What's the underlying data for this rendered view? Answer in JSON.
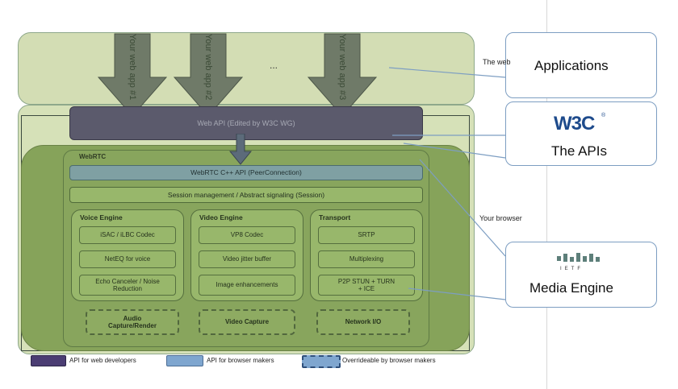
{
  "labels": {
    "web_apps": [
      "Your web app #1",
      "Your web app #2",
      "Your web app #3"
    ],
    "ellipsis": "...",
    "the_web": "The web",
    "your_browser": "Your browser",
    "web_api": "Web API (Edited by W3C WG)",
    "webrtc": "WebRTC",
    "cpp_api": "WebRTC C++ API (PeerConnection)",
    "session": "Session management / Abstract signaling (Session)",
    "voice_engine": {
      "title": "Voice Engine",
      "items": [
        "iSAC / iLBC Codec",
        "NetEQ for voice",
        "Echo Canceler / Noise Reduction"
      ]
    },
    "video_engine": {
      "title": "Video Engine",
      "items": [
        "VP8 Codec",
        "Video jitter buffer",
        "Image enhancements"
      ]
    },
    "transport": {
      "title": "Transport",
      "items": [
        "SRTP",
        "Multiplexing",
        "P2P STUN + TURN + ICE"
      ]
    },
    "capture": [
      "Audio Capture/Render",
      "Video Capture",
      "Network I/O"
    ]
  },
  "callouts": {
    "applications": "Applications",
    "w3c_logo": "W3C",
    "w3c_sup": "®",
    "the_apis": "The APIs",
    "ietf_logo": "IETF",
    "media_engine": "Media Engine"
  },
  "legend": [
    {
      "label": "API for web developers",
      "color": "#4b3d73",
      "dashed": false
    },
    {
      "label": "API for browser makers",
      "color": "#7fa6cf",
      "dashed": false
    },
    {
      "label": "Overrideable by browser makers",
      "color": "#7fa6cf",
      "dashed": true
    }
  ]
}
